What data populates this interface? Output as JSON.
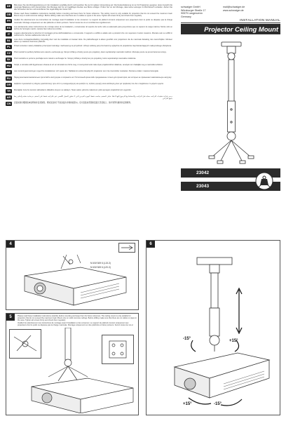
{
  "company": {
    "address_lines": [
      "schwaiger GmbH",
      "Würzburger Straße 17",
      "90579 Langenzenn",
      "Germany"
    ],
    "email": "mail@schwaiger.de",
    "website": "www.schwaiger.de"
  },
  "manual_label": "INSTALLATION MANUAL",
  "product_title": "Projector Ceiling Mount",
  "article_numbers": [
    "23042",
    "23043"
  ],
  "language_paragraphs": [
    {
      "code": "DE",
      "text": "Bitte lesen Sie die Montageanleitung vor der Installation sorgfältig durch und bewahren Sie sie für spätere Verwendung auf. Die Deckenhalterung ist nur für Projektoren geeignet, deren Gewicht die maximale Belastung nicht überschreitet. Die Montage darf nur an tragfähigen Decken aus Beton erfolgen. Prüfen Sie vor der Montage, dass keine Leitungen im Bohrbereich verlaufen. Ziehen Sie alle Schrauben fest an und kontrollieren Sie regelmäßig den festen Sitz."
    },
    {
      "code": "GB",
      "text": "Please read these installation instructions carefully before mounting and keep them for future reference. The ceiling mount is only suitable for projectors that do not exceed the maximum load. Mount only on solid concrete ceilings. Before drilling make sure that there are no cables or pipes in the area. Tighten all screws firmly and check them regularly."
    },
    {
      "code": "FR",
      "text": "Veuillez lire attentivement ces instructions de montage avant l'installation et les conserver. Le support de plafond convient uniquement aux projecteurs dont le poids ne dépasse pas la charge maximale. Montage uniquement sur des plafonds en béton porteurs. Serrez toutes les vis et contrôlez-les régulièrement."
    },
    {
      "code": "ES",
      "text": "Lea atentamente estas instrucciones de montaje antes de la instalación y consérvelas. El soporte de techo sólo es adecuado para proyectores que no superen la carga máxima. Monte sólo en techos de hormigón macizo. Apriete bien todos los tornillos."
    },
    {
      "code": "IT",
      "text": "Leggere attentamente le istruzioni di montaggio prima dell'installazione e conservarle. Il supporto a soffitto è adatto solo a proiettori che non superano il carico massimo. Montare solo su soffitti in calcestruzzo. Serrare saldamente tutte le viti."
    },
    {
      "code": "NL",
      "text": "Lees deze montagehandleiding zorgvuldig door vóór de installatie en bewaar deze. De plafondbeugel is alleen geschikt voor projectoren die de maximale belasting niet overschrijden. Monteer alleen op massieve betonnen plafonds."
    },
    {
      "code": "PL",
      "text": "Przed montażem należy dokładnie przeczytać instrukcję i zachować ją na przyszłość. Uchwyt sufitowy jest przeznaczony wyłącznie do projektorów nieprzekraczających maksymalnego obciążenia."
    },
    {
      "code": "CZ",
      "text": "Před montáží si pečlivě přečtěte tento návod a uschovejte jej. Stropní držák je vhodný pouze pro projektory, které nepřekračují maximální zatížení. Montujte pouze na pevné betonové stropy."
    },
    {
      "code": "SK",
      "text": "Pred montážou si pozorne prečítajte tento návod a uschovajte ho. Stropný držiak je vhodný len pre projektory, ktoré neprekračujú maximálne zaťaženie."
    },
    {
      "code": "HU",
      "text": "Kérjük, a szerelés előtt figyelmesen olvassa el ezt az útmutatót és őrizze meg. A mennyezeti tartó csak olyan projektorokhoz alkalmas, amelyek nem haladják meg a maximális terhelést."
    },
    {
      "code": "SE",
      "text": "Läs monteringsanvisningen noga före installationen och spara den. Takfästet är endast lämpligt för projektorer som inte överskrider maxlasten. Montera endast i massiva betongtak."
    },
    {
      "code": "RU",
      "text": "Перед монтажом внимательно прочитайте инструкцию и сохраните её. Потолочный кронштейн предназначен только для проекторов, вес которых не превышает максимальную нагрузку."
    },
    {
      "code": "GR",
      "text": "Διαβάστε προσεκτικά τις οδηγίες εγκατάστασης πριν από τη συναρμολόγηση και φυλάξτε τις. Η βάση οροφής είναι κατάλληλη μόνο για προβολείς που δεν υπερβαίνουν το μέγιστο φορτίο."
    },
    {
      "code": "TR",
      "text": "Montajdan önce bu kurulum talimatlarını dikkatlice okuyun ve saklayın. Tavan askısı yalnızca maksimum yükü aşmayan projektörler için uygundur."
    },
    {
      "code": "AR",
      "text": "يرجى قراءة تعليمات التركيب بعناية قبل التركيب والاحتفاظ بها للرجوع إليها لاحقًا. حامل السقف مناسب فقط لأجهزة العرض التي لا تتجاوز الحمل الأقصى. قم بالتركيب فقط على أسقف خرسانية صلبة وأحكم ربط جميع البراغي."
    },
    {
      "code": "CN",
      "text": "安装前请仔细阅读本说明书并妥善保管。吊架仅适用于不超过最大承重的投影仪。仅可安装在坚固的混凝土天花板上。请拧紧所有螺丝并定期检查。"
    }
  ],
  "steps": {
    "step4": {
      "number": "4",
      "caption_a": "M 4/M 5/M 6 (L15-3)",
      "caption_b": "M 4/M 5/M 6 (L20-3)"
    },
    "step5": {
      "number": "5"
    },
    "step6": {
      "number": "6",
      "angle_labels": [
        "-15°",
        "+15°",
        "+15°",
        "-15°"
      ]
    }
  },
  "colors": {
    "dark_bar": "#2b2b2b",
    "line_art": "#333333"
  },
  "icons": [
    "weight-icon",
    "warning-icon",
    "flag-icon"
  ]
}
